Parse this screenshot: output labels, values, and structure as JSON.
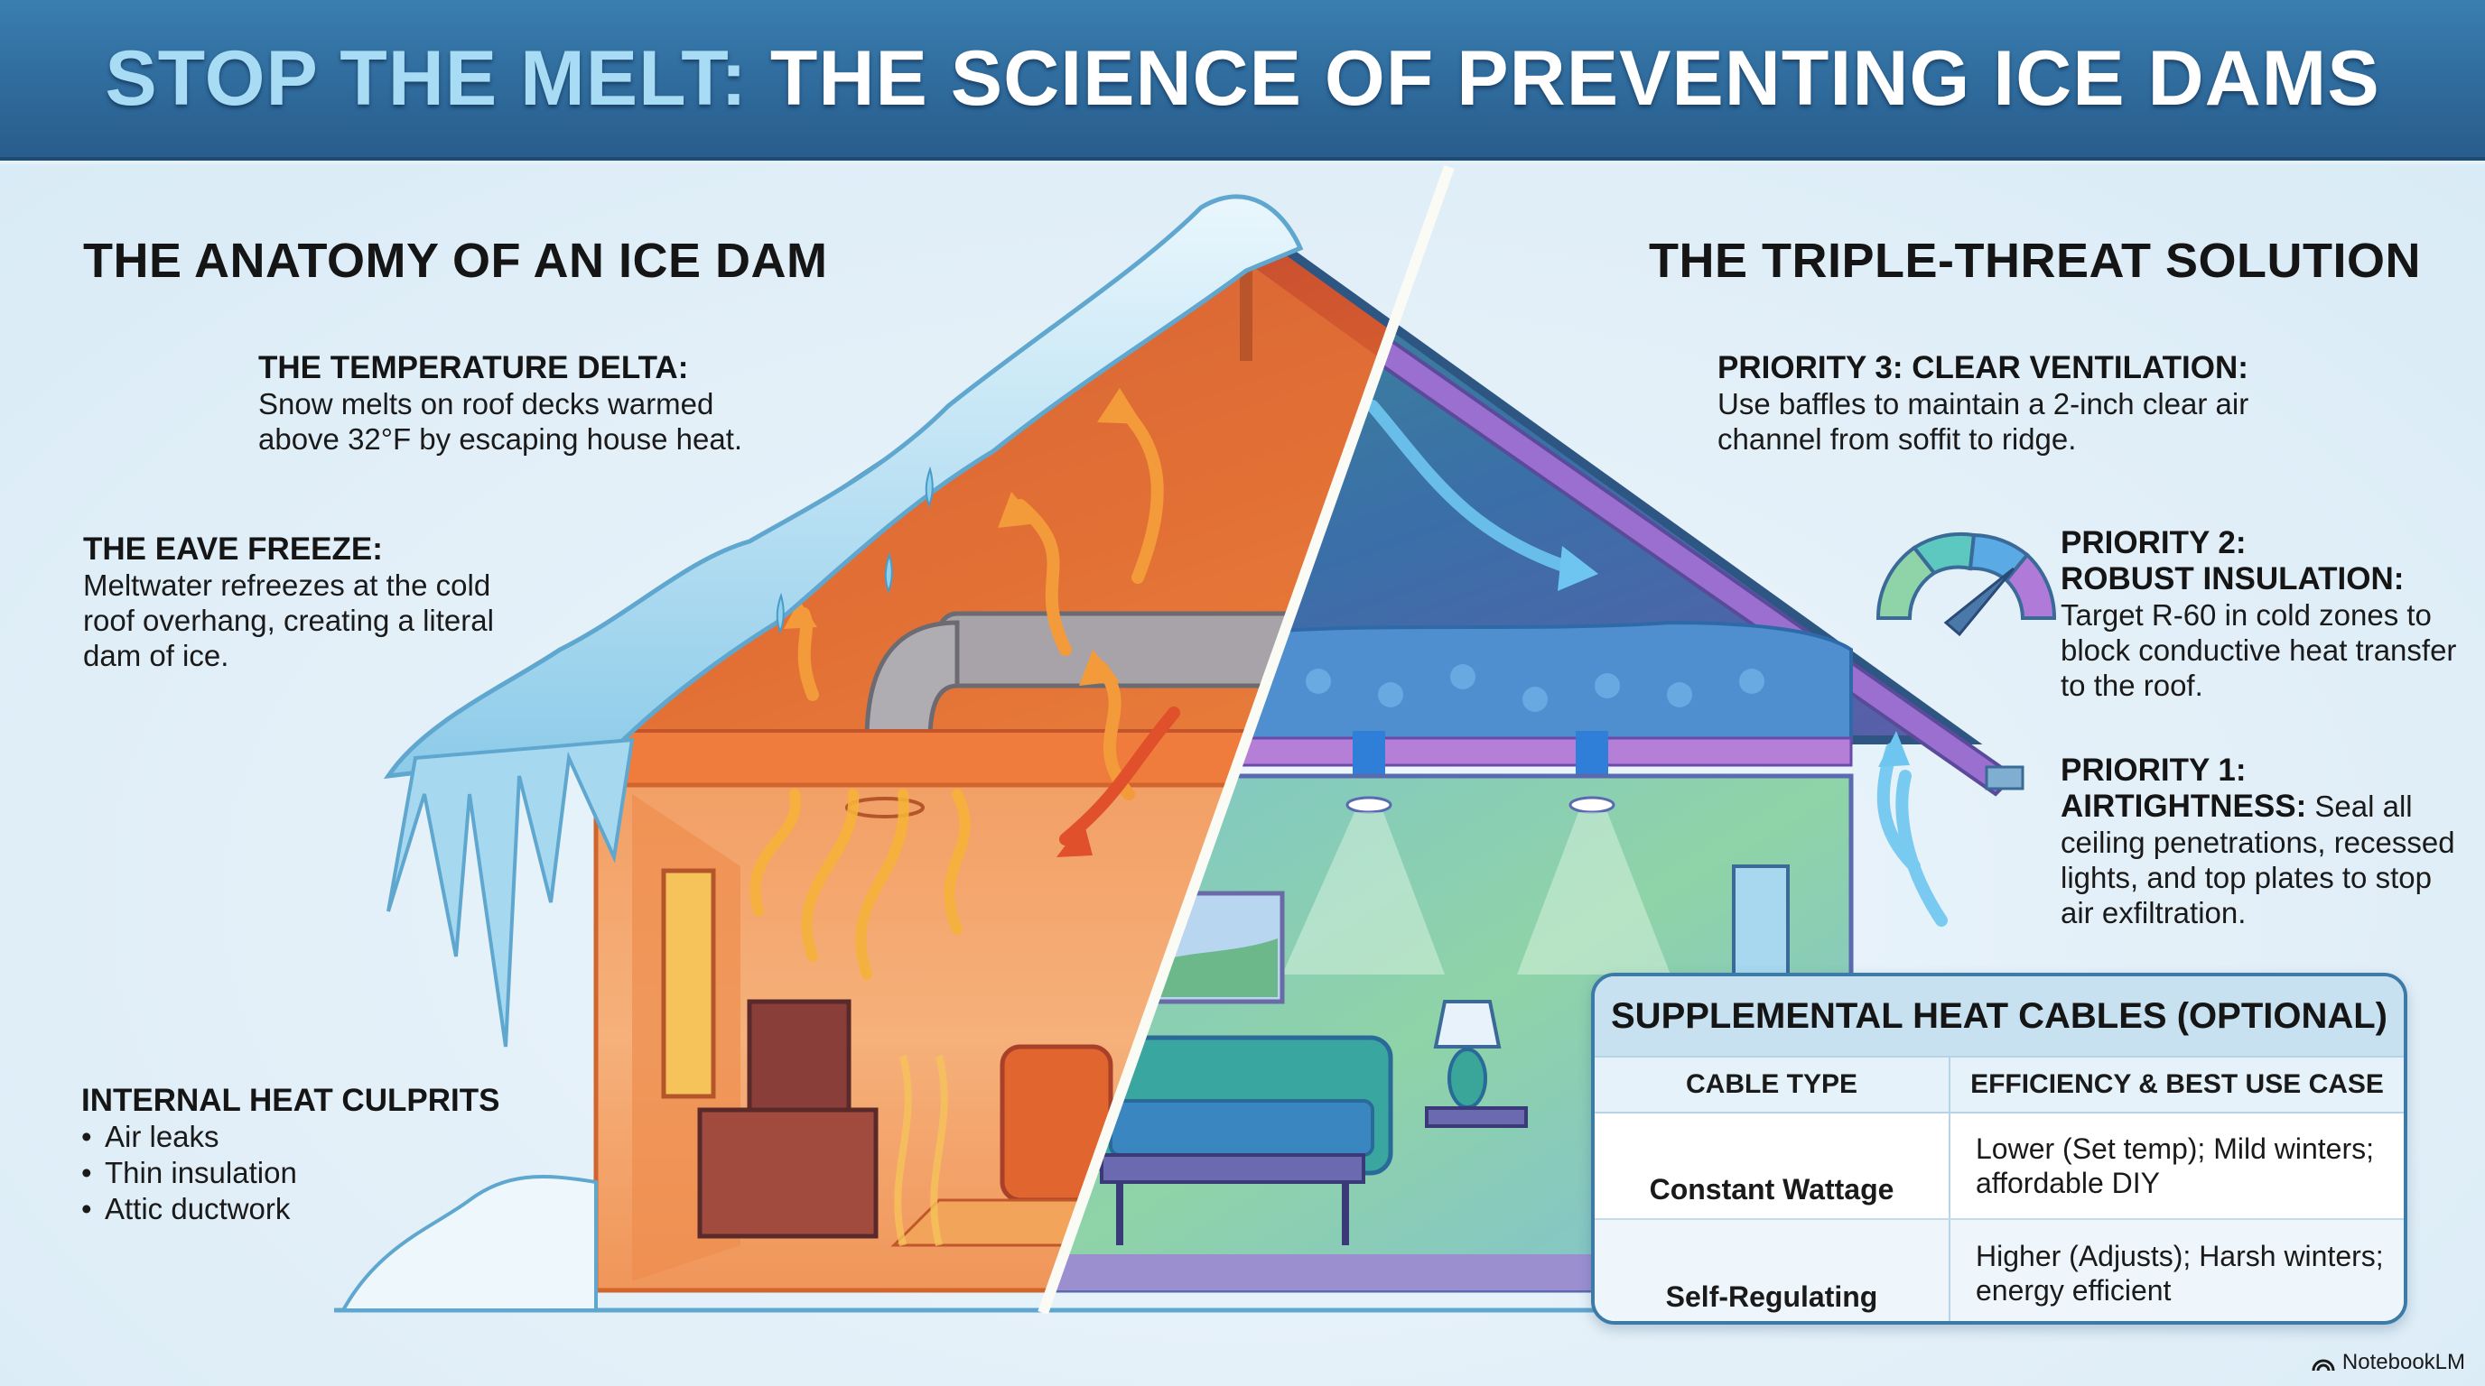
{
  "header": {
    "title_accent": "STOP THE MELT:",
    "title_main": " THE SCIENCE OF PREVENTING ICE DAMS",
    "colors": {
      "bar": "#2f6b9c",
      "accent": "#a8dcf4",
      "main": "#ffffff"
    }
  },
  "left": {
    "section_title": "THE ANATOMY OF AN ICE DAM",
    "temperature_delta": {
      "title": "THE TEMPERATURE DELTA:",
      "body": "Snow melts on roof decks warmed above 32°F by escaping house heat."
    },
    "eave_freeze": {
      "title": "THE EAVE FREEZE:",
      "body": "Meltwater refreezes at the cold roof overhang, creating a literal dam of ice."
    },
    "culprits": {
      "title": "INTERNAL HEAT CULPRITS",
      "items": [
        "Air leaks",
        "Thin insulation",
        "Attic ductwork"
      ]
    },
    "colors": {
      "warm": "#f08a3c",
      "hot": "#d9472a",
      "ice": "#9fd4ef"
    }
  },
  "right": {
    "section_title": "THE TRIPLE-THREAT SOLUTION",
    "priority3": {
      "title": "PRIORITY 3: CLEAR VENTILATION:",
      "body": "Use baffles to maintain a 2-inch clear air channel from soffit to ridge."
    },
    "priority2": {
      "title_line1": "PRIORITY 2:",
      "title_line2": "ROBUST INSULATION:",
      "body": "Target R-60 in cold zones to block conductive heat transfer to the roof.",
      "icon": "gauge-icon"
    },
    "priority1": {
      "title_line1": "PRIORITY 1:",
      "title_line2": "AIRTIGHTNESS:",
      "body_inline": " Seal all",
      "body": "ceiling penetrations, recessed lights, and top plates to stop air exfiltration."
    },
    "colors": {
      "cool": "#4aa3d8",
      "insulation": "#4f8fcf",
      "purple": "#9b6fd0",
      "green": "#8fd3a8"
    }
  },
  "cable_table": {
    "title": "SUPPLEMENTAL HEAT CABLES (OPTIONAL)",
    "columns": [
      "CABLE TYPE",
      "EFFICIENCY & BEST USE CASE"
    ],
    "rows": [
      {
        "type": "Constant Wattage",
        "desc": "Lower (Set temp); Mild winters; affordable DIY",
        "icon": "constant-wattage-cable-icon"
      },
      {
        "type": "Self-Regulating",
        "desc": "Higher (Adjusts); Harsh winters; energy efficient",
        "icon": "self-regulating-cable-icon"
      }
    ]
  },
  "watermark": {
    "label": "NotebookLM"
  }
}
